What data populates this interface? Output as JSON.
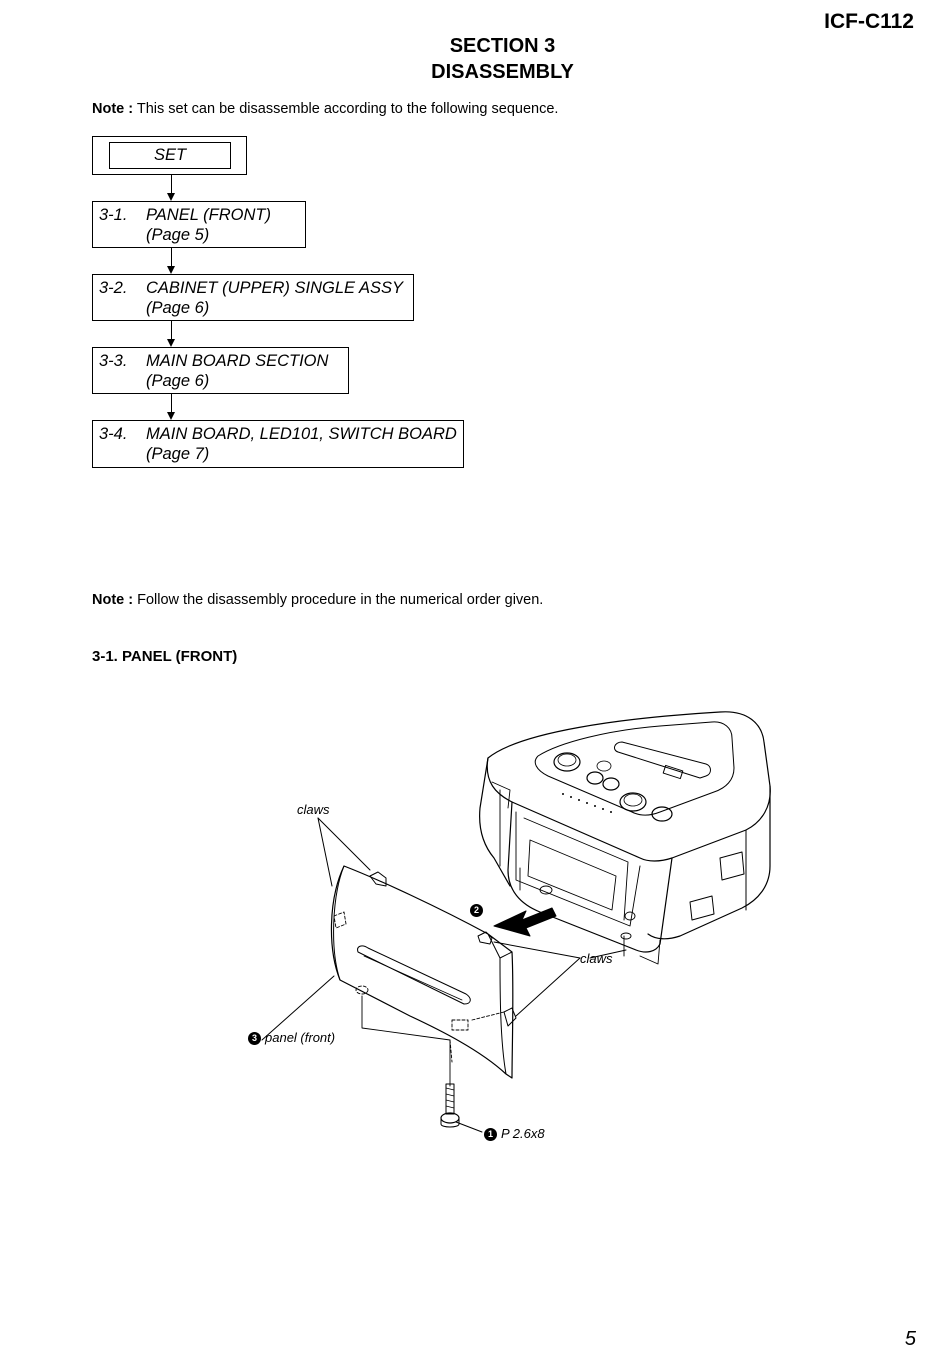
{
  "header": {
    "model": "ICF-C112"
  },
  "section": {
    "line1": "SECTION 3",
    "line2": "DISASSEMBLY"
  },
  "notes": {
    "sequence_label": "Note :",
    "sequence_text": "This set can be disassemble according to the following sequence.",
    "order_label": "Note :",
    "order_text": "Follow the disassembly procedure in the numerical order given."
  },
  "flow": {
    "start": "SET",
    "steps": [
      {
        "num": "3-1.",
        "title": "PANEL (FRONT)",
        "page": "(Page 5)"
      },
      {
        "num": "3-2.",
        "title": "CABINET (UPPER) SINGLE ASSY",
        "page": "(Page 6)"
      },
      {
        "num": "3-3.",
        "title": "MAIN BOARD SECTION",
        "page": "(Page 6)"
      },
      {
        "num": "3-4.",
        "title": "MAIN BOARD, LED101, SWITCH BOARD",
        "page": "(Page 7)"
      }
    ]
  },
  "subsection": {
    "title": "3-1. PANEL (FRONT)"
  },
  "diagram": {
    "labels": {
      "claws_top": "claws",
      "claws_right": "claws",
      "panel": "panel (front)",
      "screw": "P 2.6x8"
    },
    "badges": {
      "b1": "1",
      "b2": "2",
      "b3": "3"
    }
  },
  "footer": {
    "page_number": "5"
  }
}
